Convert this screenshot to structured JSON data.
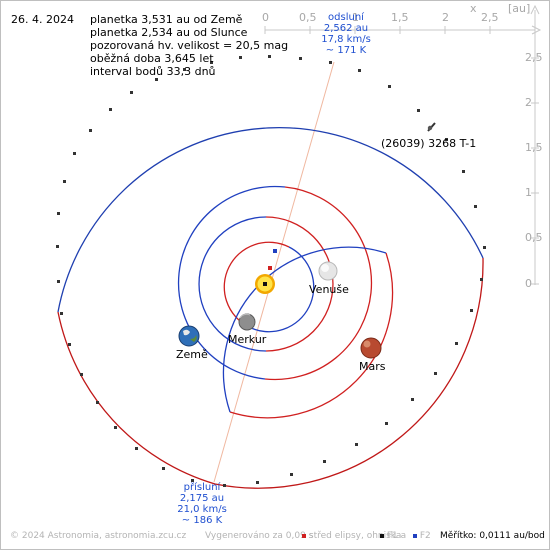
{
  "date": "26. 4. 2024",
  "info": {
    "line1": "planetka 3,531 au od Země",
    "line2": "planetka 2,534 au od Slunce",
    "line3": "pozorovaná hv. velikost = 20,5 mag",
    "line4": "oběžná doba 3,645 let",
    "line5": "interval bodů 33,3 dnů"
  },
  "axes": {
    "unit_x": "x",
    "unit_label": "[au]",
    "x_ticks": [
      "0",
      "0,5",
      "1",
      "1,5",
      "2",
      "2,5"
    ],
    "y_ticks": [
      "2,5",
      "2",
      "1,5",
      "1",
      "0,5",
      "0"
    ]
  },
  "aphelion": {
    "title": "odsluní",
    "distance": "2,562 au",
    "speed": "17,8 km/s",
    "temperature": "~ 171 K"
  },
  "perihelion": {
    "title": "přísluní",
    "distance": "2,175 au",
    "speed": "21,0 km/s",
    "temperature": "~ 186 K"
  },
  "asteroid_name": "(26039) 3268 T-1",
  "planets": {
    "venus": "Venuše",
    "mercury": "Merkur",
    "earth": "Země",
    "mars": "Mars"
  },
  "footer": {
    "copyright": "© 2024 Astronomia, astronomia.zcu.cz",
    "render_time": "Vygenerováno za 0,09 s",
    "legend_center": "střed elipsy, ohniska",
    "legend_f1": "F1",
    "legend_a": "a",
    "legend_f2": "F2",
    "scale": "Měřítko: 0,0111 au/bod"
  },
  "colors": {
    "asteroid_near": "#c01818",
    "asteroid_far": "#1f3fb0",
    "planet_orbit_near": "#d02020",
    "planet_orbit_far": "#2040c0",
    "apsis_line": "#f0b8a0",
    "text_blue": "#1f4fd0"
  }
}
